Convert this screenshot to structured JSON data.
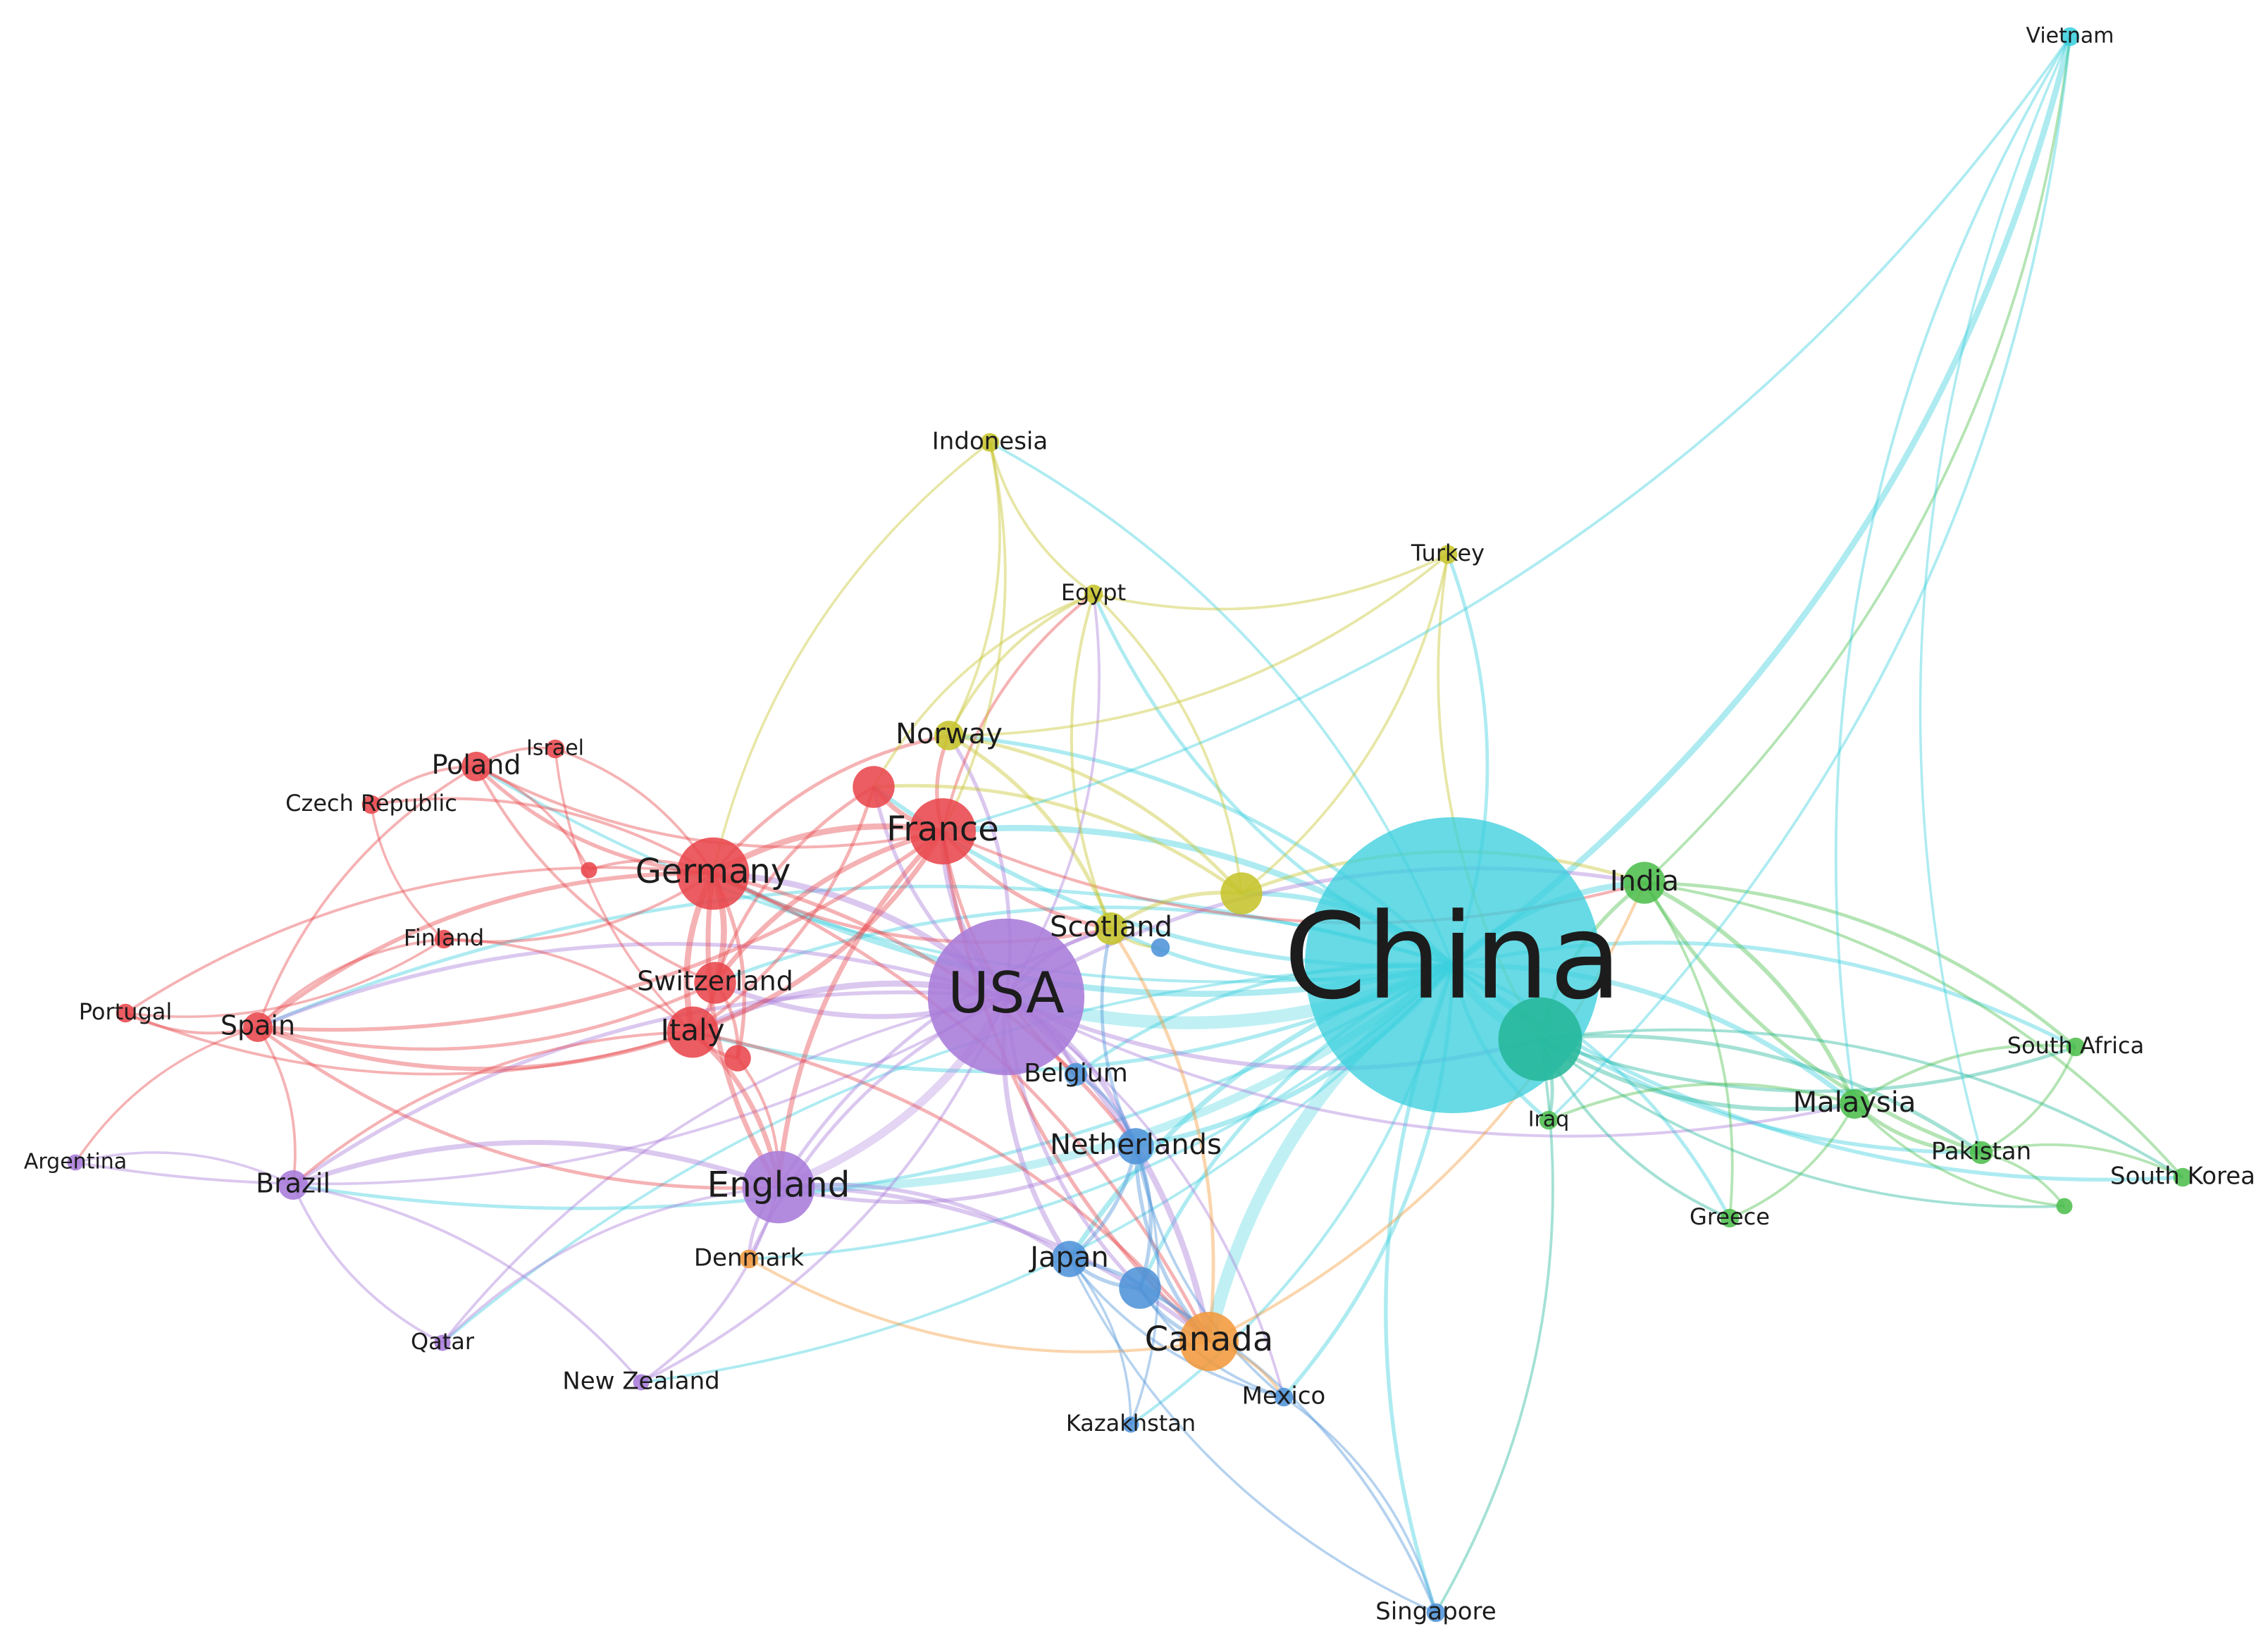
{
  "network": {
    "clusters": {
      "red": {
        "color": "#e8474c"
      },
      "yellow": {
        "color": "#c6c42b"
      },
      "purple": {
        "color": "#a97bd9"
      },
      "blue": {
        "color": "#4f93d8"
      },
      "orange": {
        "color": "#f39a3c"
      },
      "cyan": {
        "color": "#3ccfde"
      },
      "teal": {
        "color": "#25b79a"
      },
      "green": {
        "color": "#4dbe4d"
      }
    },
    "nodes": [
      {
        "id": "china",
        "label": "China",
        "cluster": "cyan",
        "weight": 100
      },
      {
        "id": "china2",
        "label": "",
        "cluster": "teal",
        "weight": 8
      },
      {
        "id": "usa",
        "label": "USA",
        "cluster": "purple",
        "weight": 28
      },
      {
        "id": "england",
        "label": "England",
        "cluster": "purple",
        "weight": 6
      },
      {
        "id": "brazil",
        "label": "Brazil",
        "cluster": "purple",
        "weight": 1
      },
      {
        "id": "argentina",
        "label": "Argentina",
        "cluster": "purple",
        "weight": 0.3
      },
      {
        "id": "qatar",
        "label": "Qatar",
        "cluster": "purple",
        "weight": 0.3
      },
      {
        "id": "newzealand",
        "label": "New Zealand",
        "cluster": "purple",
        "weight": 0.3
      },
      {
        "id": "france",
        "label": "France",
        "cluster": "red",
        "weight": 5
      },
      {
        "id": "germany",
        "label": "Germany",
        "cluster": "red",
        "weight": 6
      },
      {
        "id": "italy",
        "label": "Italy",
        "cluster": "red",
        "weight": 3
      },
      {
        "id": "switzerland",
        "label": "Switzerland",
        "cluster": "red",
        "weight": 2
      },
      {
        "id": "spain",
        "label": "Spain",
        "cluster": "red",
        "weight": 1
      },
      {
        "id": "poland",
        "label": "Poland",
        "cluster": "red",
        "weight": 1
      },
      {
        "id": "israel",
        "label": "Israel",
        "cluster": "red",
        "weight": 0.4
      },
      {
        "id": "czech",
        "label": "Czech Republic",
        "cluster": "red",
        "weight": 0.4
      },
      {
        "id": "finland",
        "label": "Finland",
        "cluster": "red",
        "weight": 0.4
      },
      {
        "id": "portugal",
        "label": "Portugal",
        "cluster": "red",
        "weight": 0.4
      },
      {
        "id": "red_a",
        "label": "",
        "cluster": "red",
        "weight": 2
      },
      {
        "id": "red_b",
        "label": "",
        "cluster": "red",
        "weight": 0.8
      },
      {
        "id": "red_c",
        "label": "",
        "cluster": "red",
        "weight": 0.3
      },
      {
        "id": "norway",
        "label": "Norway",
        "cluster": "yellow",
        "weight": 1
      },
      {
        "id": "scotland",
        "label": "Scotland",
        "cluster": "yellow",
        "weight": 1.2
      },
      {
        "id": "yellow_a",
        "label": "",
        "cluster": "yellow",
        "weight": 2
      },
      {
        "id": "egypt",
        "label": "Egypt",
        "cluster": "yellow",
        "weight": 0.4
      },
      {
        "id": "turkey",
        "label": "Turkey",
        "cluster": "yellow",
        "weight": 0.4
      },
      {
        "id": "indonesia",
        "label": "Indonesia",
        "cluster": "yellow",
        "weight": 0.4
      },
      {
        "id": "netherlands",
        "label": "Netherlands",
        "cluster": "blue",
        "weight": 1.5
      },
      {
        "id": "japan",
        "label": "Japan",
        "cluster": "blue",
        "weight": 1.5
      },
      {
        "id": "belgium",
        "label": "Belgium",
        "cluster": "blue",
        "weight": 0.6
      },
      {
        "id": "blue_a",
        "label": "",
        "cluster": "blue",
        "weight": 2
      },
      {
        "id": "blue_b",
        "label": "",
        "cluster": "blue",
        "weight": 0.4
      },
      {
        "id": "kazakhstan",
        "label": "Kazakhstan",
        "cluster": "blue",
        "weight": 0.3
      },
      {
        "id": "mexico",
        "label": "Mexico",
        "cluster": "blue",
        "weight": 0.4
      },
      {
        "id": "singapore",
        "label": "Singapore",
        "cluster": "blue",
        "weight": 0.4
      },
      {
        "id": "canada",
        "label": "Canada",
        "cluster": "orange",
        "weight": 4
      },
      {
        "id": "denmark",
        "label": "Denmark",
        "cluster": "orange",
        "weight": 0.4
      },
      {
        "id": "vietnam",
        "label": "Vietnam",
        "cluster": "cyan",
        "weight": 0.4
      },
      {
        "id": "india",
        "label": "India",
        "cluster": "green",
        "weight": 2
      },
      {
        "id": "iraq",
        "label": "Iraq",
        "cluster": "green",
        "weight": 0.4
      },
      {
        "id": "malaysia",
        "label": "Malaysia",
        "cluster": "green",
        "weight": 1
      },
      {
        "id": "southafrica",
        "label": "South Africa",
        "cluster": "green",
        "weight": 0.4
      },
      {
        "id": "pakistan",
        "label": "Pakistan",
        "cluster": "green",
        "weight": 0.6
      },
      {
        "id": "southkorea",
        "label": "South Korea",
        "cluster": "green",
        "weight": 0.4
      },
      {
        "id": "greece",
        "label": "Greece",
        "cluster": "green",
        "weight": 0.4
      },
      {
        "id": "green_a",
        "label": "",
        "cluster": "green",
        "weight": 0.3
      }
    ],
    "links": [
      [
        "china",
        "usa",
        5
      ],
      [
        "china",
        "canada",
        5
      ],
      [
        "china",
        "england",
        3
      ],
      [
        "china",
        "china2",
        3
      ],
      [
        "china",
        "germany",
        2
      ],
      [
        "china",
        "france",
        2
      ],
      [
        "china",
        "india",
        2
      ],
      [
        "china",
        "vietnam",
        2
      ],
      [
        "china",
        "netherlands",
        1.5
      ],
      [
        "china",
        "japan",
        1.5
      ],
      [
        "china",
        "malaysia",
        1.5
      ],
      [
        "china",
        "pakistan",
        1
      ],
      [
        "china",
        "southafrica",
        1
      ],
      [
        "china",
        "southkorea",
        1
      ],
      [
        "china",
        "scotland",
        1
      ],
      [
        "china",
        "norway",
        1
      ],
      [
        "china",
        "italy",
        1
      ],
      [
        "china",
        "singapore",
        1
      ],
      [
        "china",
        "mexico",
        1
      ],
      [
        "china",
        "turkey",
        0.8
      ],
      [
        "china",
        "egypt",
        0.8
      ],
      [
        "china",
        "yellow_a",
        1.5
      ],
      [
        "china",
        "red_a",
        1.2
      ],
      [
        "china",
        "spain",
        0.8
      ],
      [
        "china",
        "brazil",
        0.8
      ],
      [
        "china",
        "iraq",
        1
      ],
      [
        "china",
        "greece",
        0.8
      ],
      [
        "china",
        "blue_a",
        1
      ],
      [
        "china",
        "kazakhstan",
        0.6
      ],
      [
        "china",
        "switzerland",
        0.8
      ],
      [
        "china",
        "poland",
        0.6
      ],
      [
        "china",
        "belgium",
        0.8
      ],
      [
        "china",
        "denmark",
        0.6
      ],
      [
        "china",
        "indonesia",
        0.5
      ],
      [
        "china",
        "newzealand",
        0.5
      ],
      [
        "china",
        "qatar",
        0.5
      ],
      [
        "usa",
        "england",
        3
      ],
      [
        "usa",
        "germany",
        2
      ],
      [
        "usa",
        "france",
        2
      ],
      [
        "usa",
        "italy",
        2
      ],
      [
        "usa",
        "canada",
        2
      ],
      [
        "usa",
        "japan",
        1.5
      ],
      [
        "usa",
        "netherlands",
        1.5
      ],
      [
        "usa",
        "brazil",
        1
      ],
      [
        "usa",
        "switzerland",
        1.5
      ],
      [
        "usa",
        "spain",
        1
      ],
      [
        "usa",
        "scotland",
        1
      ],
      [
        "usa",
        "norway",
        1
      ],
      [
        "usa",
        "india",
        1
      ],
      [
        "usa",
        "china2",
        1.2
      ],
      [
        "usa",
        "red_a",
        1
      ],
      [
        "usa",
        "blue_a",
        1
      ],
      [
        "usa",
        "belgium",
        0.8
      ],
      [
        "usa",
        "denmark",
        0.8
      ],
      [
        "usa",
        "newzealand",
        0.6
      ],
      [
        "usa",
        "qatar",
        0.5
      ],
      [
        "usa",
        "argentina",
        0.5
      ],
      [
        "usa",
        "egypt",
        0.5
      ],
      [
        "usa",
        "mexico",
        0.5
      ],
      [
        "usa",
        "malaysia",
        0.6
      ],
      [
        "germany",
        "france",
        2
      ],
      [
        "germany",
        "italy",
        2
      ],
      [
        "germany",
        "switzerland",
        2
      ],
      [
        "germany",
        "spain",
        1.2
      ],
      [
        "germany",
        "poland",
        1
      ],
      [
        "germany",
        "england",
        1.5
      ],
      [
        "germany",
        "netherlands",
        1
      ],
      [
        "germany",
        "czech",
        0.6
      ],
      [
        "germany",
        "finland",
        0.6
      ],
      [
        "germany",
        "israel",
        0.5
      ],
      [
        "germany",
        "red_b",
        1
      ],
      [
        "germany",
        "red_c",
        0.6
      ],
      [
        "germany",
        "norway",
        0.8
      ],
      [
        "germany",
        "scotland",
        0.8
      ],
      [
        "germany",
        "canada",
        0.8
      ],
      [
        "germany",
        "portugal",
        0.5
      ],
      [
        "france",
        "italy",
        1.5
      ],
      [
        "france",
        "switzerland",
        1.5
      ],
      [
        "france",
        "spain",
        1
      ],
      [
        "france",
        "england",
        1.5
      ],
      [
        "france",
        "norway",
        1
      ],
      [
        "france",
        "scotland",
        1
      ],
      [
        "france",
        "red_a",
        1.5
      ],
      [
        "france",
        "canada",
        1
      ],
      [
        "france",
        "poland",
        0.6
      ],
      [
        "france",
        "belgium",
        0.8
      ],
      [
        "france",
        "egypt",
        0.6
      ],
      [
        "france",
        "india",
        0.6
      ],
      [
        "italy",
        "spain",
        1.2
      ],
      [
        "italy",
        "switzerland",
        1.2
      ],
      [
        "italy",
        "england",
        1.5
      ],
      [
        "italy",
        "red_b",
        0.8
      ],
      [
        "italy",
        "canada",
        0.8
      ],
      [
        "italy",
        "brazil",
        0.6
      ],
      [
        "italy",
        "portugal",
        0.5
      ],
      [
        "italy",
        "finland",
        0.5
      ],
      [
        "spain",
        "portugal",
        0.6
      ],
      [
        "spain",
        "switzerland",
        0.8
      ],
      [
        "spain",
        "finland",
        0.5
      ],
      [
        "spain",
        "argentina",
        0.4
      ],
      [
        "spain",
        "poland",
        0.5
      ],
      [
        "spain",
        "england",
        0.8
      ],
      [
        "spain",
        "brazil",
        0.5
      ],
      [
        "poland",
        "czech",
        0.5
      ],
      [
        "poland",
        "israel",
        0.5
      ],
      [
        "poland",
        "switzerland",
        0.6
      ],
      [
        "poland",
        "red_c",
        0.5
      ],
      [
        "england",
        "brazil",
        1.5
      ],
      [
        "england",
        "canada",
        1.2
      ],
      [
        "england",
        "netherlands",
        1
      ],
      [
        "england",
        "japan",
        1
      ],
      [
        "england",
        "denmark",
        0.8
      ],
      [
        "england",
        "newzealand",
        0.6
      ],
      [
        "england",
        "qatar",
        0.5
      ],
      [
        "england",
        "scotland",
        0.8
      ],
      [
        "brazil",
        "qatar",
        0.5
      ],
      [
        "brazil",
        "newzealand",
        0.5
      ],
      [
        "brazil",
        "argentina",
        0.4
      ],
      [
        "netherlands",
        "japan",
        1
      ],
      [
        "netherlands",
        "canada",
        1
      ],
      [
        "netherlands",
        "blue_a",
        1
      ],
      [
        "netherlands",
        "belgium",
        0.8
      ],
      [
        "netherlands",
        "scotland",
        0.8
      ],
      [
        "netherlands",
        "mexico",
        0.5
      ],
      [
        "netherlands",
        "kazakhstan",
        0.4
      ],
      [
        "japan",
        "blue_a",
        1
      ],
      [
        "japan",
        "canada",
        1
      ],
      [
        "japan",
        "mexico",
        0.5
      ],
      [
        "japan",
        "kazakhstan",
        0.4
      ],
      [
        "blue_a",
        "canada",
        1
      ],
      [
        "blue_a",
        "singapore",
        0.5
      ],
      [
        "blue_a",
        "mexico",
        0.5
      ],
      [
        "canada",
        "mexico",
        0.6
      ],
      [
        "canada",
        "scotland",
        0.8
      ],
      [
        "canada",
        "denmark",
        0.6
      ],
      [
        "canada",
        "india",
        0.6
      ],
      [
        "scotland",
        "yellow_a",
        1
      ],
      [
        "scotland",
        "norway",
        1
      ],
      [
        "scotland",
        "egypt",
        0.6
      ],
      [
        "scotland",
        "blue_b",
        0.6
      ],
      [
        "norway",
        "egypt",
        0.6
      ],
      [
        "norway",
        "indonesia",
        0.5
      ],
      [
        "norway",
        "yellow_a",
        0.8
      ],
      [
        "norway",
        "turkey",
        0.5
      ],
      [
        "egypt",
        "indonesia",
        0.5
      ],
      [
        "egypt",
        "turkey",
        0.5
      ],
      [
        "egypt",
        "yellow_a",
        0.5
      ],
      [
        "egypt",
        "red_a",
        0.5
      ],
      [
        "turkey",
        "yellow_a",
        0.5
      ],
      [
        "turkey",
        "china2",
        0.5
      ],
      [
        "indonesia",
        "france",
        0.5
      ],
      [
        "indonesia",
        "germany",
        0.4
      ],
      [
        "yellow_a",
        "india",
        0.8
      ],
      [
        "yellow_a",
        "red_a",
        0.8
      ],
      [
        "india",
        "malaysia",
        1.2
      ],
      [
        "india",
        "pakistan",
        1
      ],
      [
        "india",
        "southafrica",
        0.8
      ],
      [
        "india",
        "china2",
        1
      ],
      [
        "india",
        "southkorea",
        0.6
      ],
      [
        "india",
        "vietnam",
        0.5
      ],
      [
        "india",
        "greece",
        0.5
      ],
      [
        "china2",
        "malaysia",
        1.2
      ],
      [
        "china2",
        "pakistan",
        1
      ],
      [
        "china2",
        "southafrica",
        0.8
      ],
      [
        "china2",
        "iraq",
        0.8
      ],
      [
        "china2",
        "greece",
        0.6
      ],
      [
        "china2",
        "southkorea",
        0.6
      ],
      [
        "china2",
        "green_a",
        0.5
      ],
      [
        "china2",
        "singapore",
        0.5
      ],
      [
        "malaysia",
        "pakistan",
        1
      ],
      [
        "malaysia",
        "southafrica",
        0.6
      ],
      [
        "malaysia",
        "iraq",
        0.6
      ],
      [
        "malaysia",
        "greece",
        0.5
      ],
      [
        "malaysia",
        "green_a",
        0.5
      ],
      [
        "pakistan",
        "southkorea",
        0.5
      ],
      [
        "pakistan",
        "southafrica",
        0.5
      ],
      [
        "pakistan",
        "green_a",
        0.5
      ],
      [
        "vietnam",
        "malaysia",
        0.5
      ],
      [
        "vietnam",
        "iraq",
        0.5
      ],
      [
        "vietnam",
        "pakistan",
        0.4
      ],
      [
        "vietnam",
        "france",
        0.5
      ],
      [
        "singapore",
        "mexico",
        0.4
      ],
      [
        "singapore",
        "japan",
        0.4
      ],
      [
        "red_a",
        "switzerland",
        0.8
      ],
      [
        "red_a",
        "italy",
        0.8
      ],
      [
        "red_b",
        "switzerland",
        0.8
      ],
      [
        "red_b",
        "england",
        0.6
      ],
      [
        "czech",
        "finland",
        0.4
      ],
      [
        "finland",
        "portugal",
        0.4
      ],
      [
        "israel",
        "italy",
        0.4
      ]
    ]
  }
}
